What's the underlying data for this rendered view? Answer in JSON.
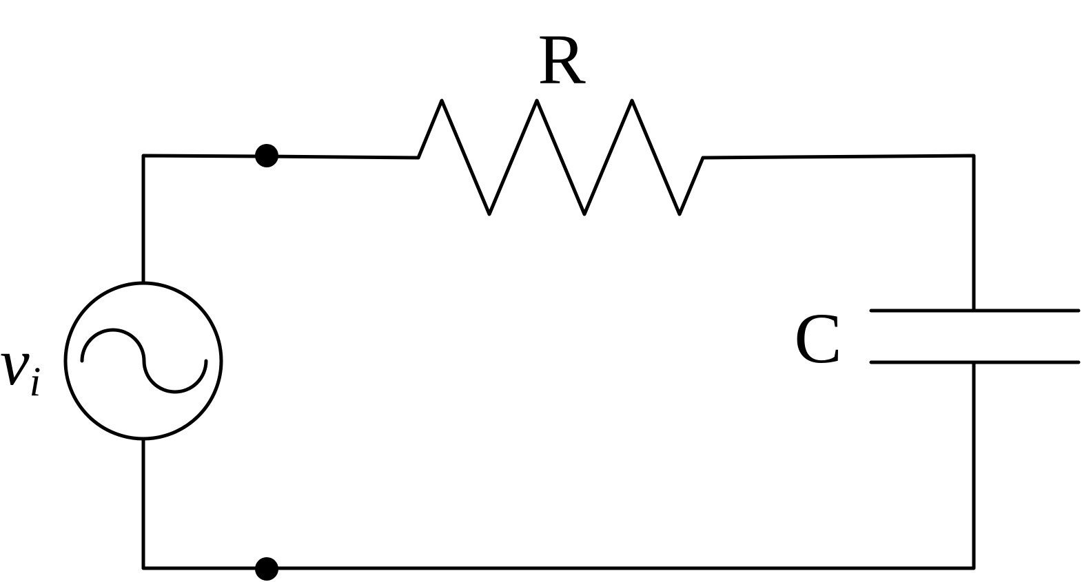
{
  "labels": {
    "resistor": "R",
    "capacitor": "C",
    "source_symbol": "v",
    "source_subscript": "i"
  },
  "colors": {
    "line": "#000000",
    "background": "#ffffff"
  }
}
